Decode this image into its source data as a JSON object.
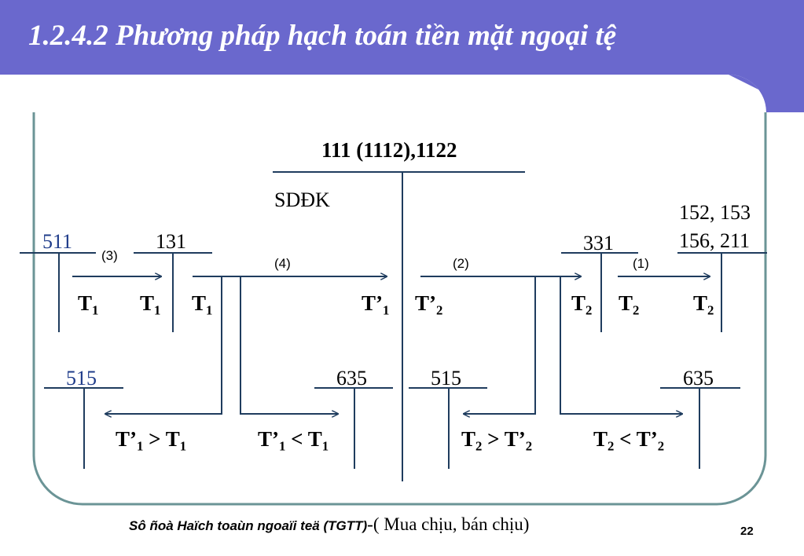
{
  "slide": {
    "title": "1.2.4.2 Phương pháp hạch toán tiền mặt ngoại tệ",
    "page_number": "22",
    "colors": {
      "header": "#6a68cd",
      "frame": "#6b9496",
      "line": "#1f3c5e",
      "blue_label": "#1f3c8a"
    }
  },
  "diagram": {
    "main_account": "111 (1112),1122",
    "opening_balance": "SDĐK",
    "accounts": {
      "a511": "511",
      "a131": "131",
      "a331": "331",
      "a152_l1": "152, 153",
      "a152_l2": "156, 211",
      "a515_left": "515",
      "a635_left": "635",
      "a515_right": "515",
      "a635_right": "635"
    },
    "steps": {
      "s3": "(3)",
      "s4": "(4)",
      "s2": "(2)",
      "s1": "(1)"
    },
    "labels": {
      "t1": "T",
      "t2": "T",
      "tp1": "T’",
      "tp2": "T’",
      "sub1": "1",
      "sub2": "2"
    },
    "conditions": {
      "c1_left": "T’",
      "c1_op": " > T",
      "c2_left": "T’",
      "c2_op": " < T",
      "c3_left": "T",
      "c3_op": " > T’",
      "c4_left": "T",
      "c4_op": " < T’"
    }
  },
  "footer": {
    "part1": "Sô ñoà Haïch toaùn ngoaïi teä (TGTT)",
    "part2": "-( Mua chịu, bán chịu)"
  }
}
